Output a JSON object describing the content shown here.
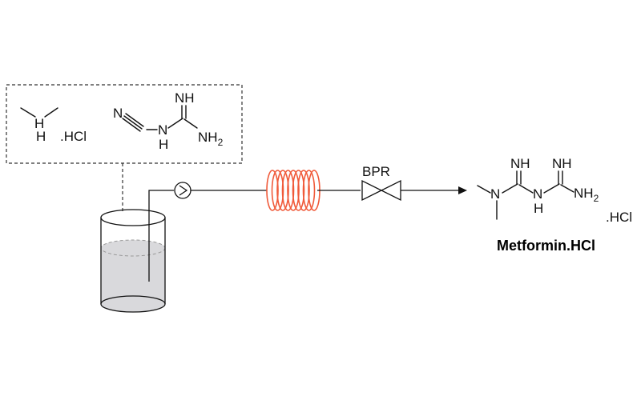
{
  "reagents": {
    "dimethylamine_atom": "H",
    "dimethylamine_salt": ".HCl",
    "dicyandiamide_nitrile_N": "N",
    "dicyandiamide_imine": "NH",
    "dicyandiamide_amine_NH": "N",
    "dicyandiamide_amine_H": "H",
    "dicyandiamide_nh2": "NH",
    "dicyandiamide_nh2_sub": "2",
    "dicyandiamide_N": "N"
  },
  "flow": {
    "bpr_label": "BPR",
    "colors": {
      "coil": "#f05a3a",
      "liquid": "#d9d9dc",
      "line": "#111111"
    }
  },
  "product": {
    "imine1": "NH",
    "imine2": "NH",
    "n_dimethyl": "N",
    "nh_link_N": "N",
    "nh_link_H": "H",
    "nh2": "NH",
    "nh2_sub": "2",
    "salt": ".HCl",
    "name": "Metformin.HCl"
  }
}
